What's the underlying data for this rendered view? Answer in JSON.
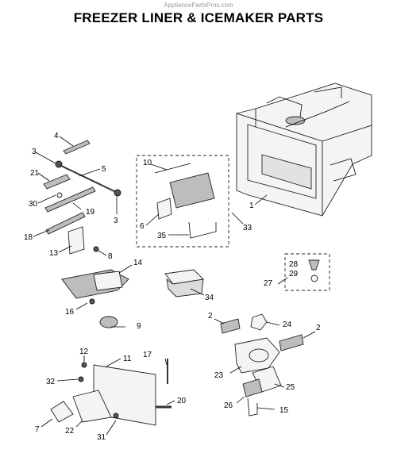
{
  "header": {
    "watermark": "AppliancePartsPros.com",
    "title": "FREEZER LINER & ICEMAKER PARTS"
  },
  "callouts": [
    {
      "id": "c4",
      "text": "4"
    },
    {
      "id": "c3a",
      "text": "3"
    },
    {
      "id": "c5",
      "text": "5"
    },
    {
      "id": "c21",
      "text": "21"
    },
    {
      "id": "c30",
      "text": "30"
    },
    {
      "id": "c3b",
      "text": "3"
    },
    {
      "id": "c19",
      "text": "19"
    },
    {
      "id": "c18",
      "text": "18"
    },
    {
      "id": "c13",
      "text": "13"
    },
    {
      "id": "c8",
      "text": "8"
    },
    {
      "id": "c10",
      "text": "10"
    },
    {
      "id": "c6",
      "text": "6"
    },
    {
      "id": "c35",
      "text": "35"
    },
    {
      "id": "c33",
      "text": "33"
    },
    {
      "id": "c1",
      "text": "1"
    },
    {
      "id": "c14",
      "text": "14"
    },
    {
      "id": "c16",
      "text": "16"
    },
    {
      "id": "c9",
      "text": "9"
    },
    {
      "id": "c34",
      "text": "34"
    },
    {
      "id": "c28",
      "text": "28"
    },
    {
      "id": "c29",
      "text": "29"
    },
    {
      "id": "c27",
      "text": "27"
    },
    {
      "id": "c2a",
      "text": "2"
    },
    {
      "id": "c24",
      "text": "24"
    },
    {
      "id": "c2b",
      "text": "2"
    },
    {
      "id": "c12",
      "text": "12"
    },
    {
      "id": "c11",
      "text": "11"
    },
    {
      "id": "c17",
      "text": "17"
    },
    {
      "id": "c32",
      "text": "32"
    },
    {
      "id": "c23",
      "text": "23"
    },
    {
      "id": "c25",
      "text": "25"
    },
    {
      "id": "c20",
      "text": "20"
    },
    {
      "id": "c26",
      "text": "26"
    },
    {
      "id": "c15",
      "text": "15"
    },
    {
      "id": "c7",
      "text": "7"
    },
    {
      "id": "c22",
      "text": "22"
    },
    {
      "id": "c31",
      "text": "31"
    }
  ]
}
